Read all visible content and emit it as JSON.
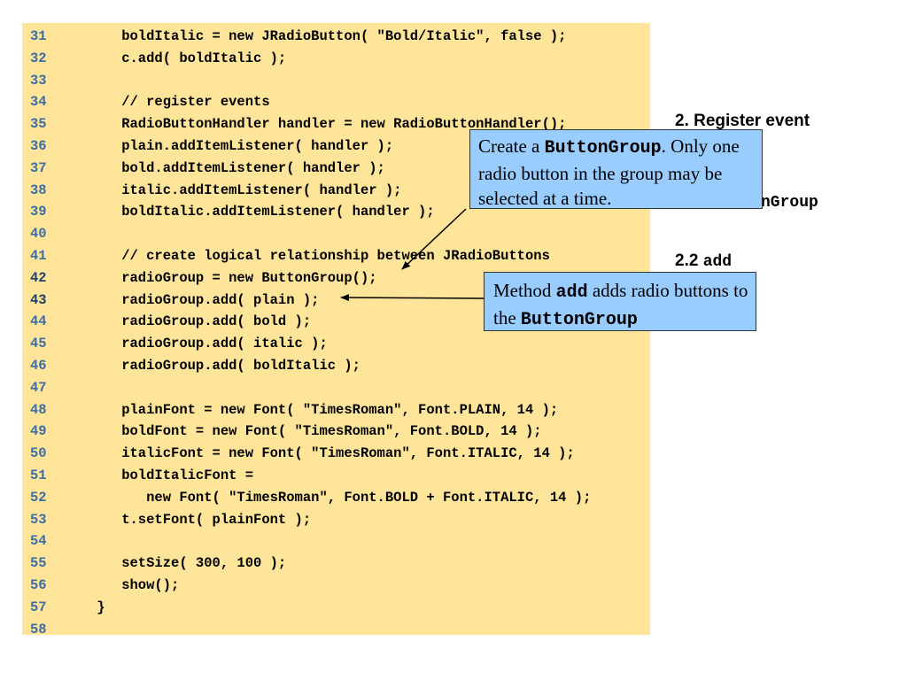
{
  "code_lines": [
    {
      "num": "31",
      "text": "    boldItalic = new JRadioButton( \"Bold/Italic\", false );"
    },
    {
      "num": "32",
      "text": "    c.add( boldItalic );"
    },
    {
      "num": "33",
      "text": ""
    },
    {
      "num": "34",
      "text": "    // register events"
    },
    {
      "num": "35",
      "text": "    RadioButtonHandler handler = new RadioButtonHandler();"
    },
    {
      "num": "36",
      "text": "    plain.addItemListener( handler );"
    },
    {
      "num": "37",
      "text": "    bold.addItemListener( handler );"
    },
    {
      "num": "38",
      "text": "    italic.addItemListener( handler );"
    },
    {
      "num": "39",
      "text": "    boldItalic.addItemListener( handler );"
    },
    {
      "num": "40",
      "text": ""
    },
    {
      "num": "41",
      "text": "    // create logical relationship between JRadioButtons"
    },
    {
      "num": "42",
      "text": "    radioGroup = new ButtonGroup();"
    },
    {
      "num": "43",
      "text": "    radioGroup.add( plain );"
    },
    {
      "num": "44",
      "text": "    radioGroup.add( bold );"
    },
    {
      "num": "45",
      "text": "    radioGroup.add( italic );"
    },
    {
      "num": "46",
      "text": "    radioGroup.add( boldItalic );"
    },
    {
      "num": "47",
      "text": ""
    },
    {
      "num": "48",
      "text": "    plainFont = new Font( \"TimesRoman\", Font.PLAIN, 14 );"
    },
    {
      "num": "49",
      "text": "    boldFont = new Font( \"TimesRoman\", Font.BOLD, 14 );"
    },
    {
      "num": "50",
      "text": "    italicFont = new Font( \"TimesRoman\", Font.ITALIC, 14 );"
    },
    {
      "num": "51",
      "text": "    boldItalicFont ="
    },
    {
      "num": "52",
      "text": "       new Font( \"TimesRoman\", Font.BOLD + Font.ITALIC, 14 );"
    },
    {
      "num": "53",
      "text": "    t.setFont( plainFont );"
    },
    {
      "num": "54",
      "text": ""
    },
    {
      "num": "55",
      "text": "    setSize( 300, 100 );"
    },
    {
      "num": "56",
      "text": "    show();"
    },
    {
      "num": "57",
      "text": " }"
    },
    {
      "num": "58",
      "text": ""
    }
  ],
  "sidebar": {
    "register_event": "2. Register event",
    "button_group_fragment": "nGroup",
    "add_prefix": "2.2 ",
    "add_code": "add"
  },
  "callout_button_group": {
    "prefix": "Create a ",
    "code": "ButtonGroup",
    "suffix": ".  Only one radio button in the group may be selected at a time."
  },
  "callout_add": {
    "prefix": "Method ",
    "code": "add",
    "middle": " adds radio buttons to the ",
    "code2": "ButtonGroup"
  },
  "colors": {
    "code_background": "#ffe599",
    "line_number": "#3a6ea5",
    "callout_background": "#99ccff"
  }
}
